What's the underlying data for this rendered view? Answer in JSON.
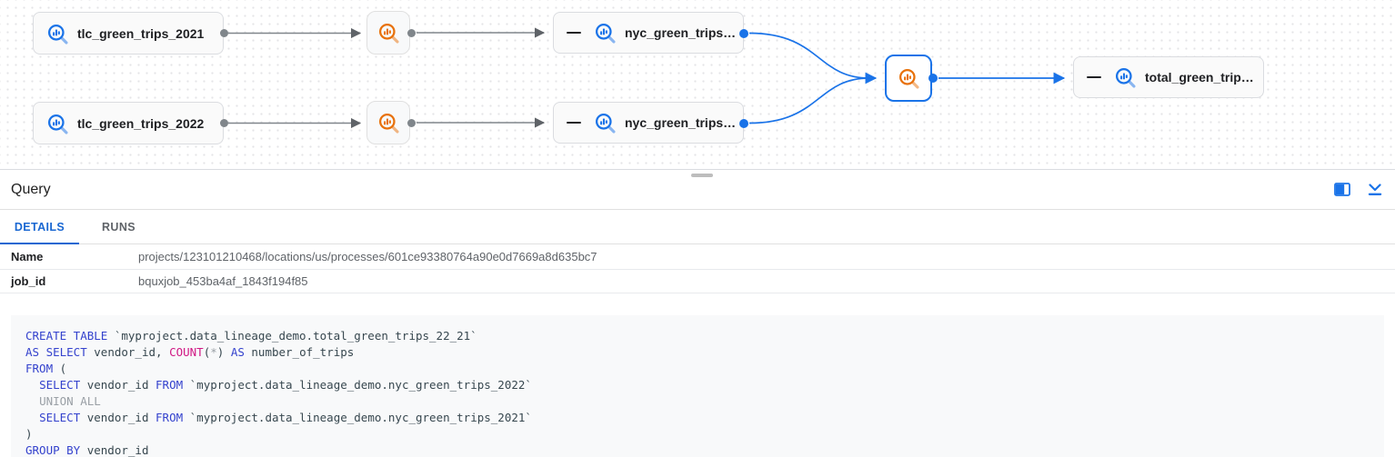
{
  "graph": {
    "nodes": [
      {
        "label": "tlc_green_trips_2021",
        "type": "table"
      },
      {
        "label": "tlc_green_trips_2022",
        "type": "table"
      },
      {
        "label": "nyc_green_trips…",
        "type": "table"
      },
      {
        "label": "nyc_green_trips…",
        "type": "table"
      },
      {
        "label": "total_green_trip…",
        "type": "table"
      }
    ],
    "edges": [
      {
        "from": "tlc_green_trips_2021",
        "to": "process-1",
        "color": "gray"
      },
      {
        "from": "process-1",
        "to": "nyc_green_trips…(top)",
        "color": "gray"
      },
      {
        "from": "tlc_green_trips_2022",
        "to": "process-2",
        "color": "gray"
      },
      {
        "from": "process-2",
        "to": "nyc_green_trips…(bottom)",
        "color": "gray"
      },
      {
        "from": "nyc_green_trips…(top)",
        "to": "selected-process",
        "color": "blue"
      },
      {
        "from": "nyc_green_trips…(bottom)",
        "to": "selected-process",
        "color": "blue"
      },
      {
        "from": "selected-process",
        "to": "total_green_trip…",
        "color": "blue"
      }
    ],
    "icons": {
      "table_icon": "bigquery-search-chart-icon (blue)",
      "process_icon": "query-process-search-chart-icon (orange)",
      "collapse_icon": "minus-collapse-icon"
    }
  },
  "panel": {
    "title": "Query",
    "icons": {
      "split": "split-panel-icon",
      "collapse": "collapse-panel-icon"
    },
    "tabs": [
      {
        "label": "DETAILS",
        "active": true
      },
      {
        "label": "RUNS",
        "active": false
      }
    ],
    "details": [
      {
        "label": "Name",
        "value": "projects/123101210468/locations/us/processes/601ce93380764a90e0d7669a8d635bc7"
      },
      {
        "label": "job_id",
        "value": "bquxjob_453ba4af_1843f194f85"
      }
    ]
  },
  "sql": {
    "lines": [
      [
        {
          "t": "kwd",
          "s": "CREATE TABLE "
        },
        {
          "t": "id",
          "s": "`myproject.data_lineage_demo.total_green_trips_22_21`"
        }
      ],
      [
        {
          "t": "kwd",
          "s": "AS SELECT "
        },
        {
          "t": "id",
          "s": "vendor_id, "
        },
        {
          "t": "fn",
          "s": "COUNT"
        },
        {
          "t": "id",
          "s": "("
        },
        {
          "t": "gray",
          "s": "*"
        },
        {
          "t": "id",
          "s": ") "
        },
        {
          "t": "kwd",
          "s": "AS "
        },
        {
          "t": "id",
          "s": "number_of_trips"
        }
      ],
      [
        {
          "t": "kwd",
          "s": "FROM "
        },
        {
          "t": "id",
          "s": "("
        }
      ],
      [
        {
          "t": "id",
          "s": "  "
        },
        {
          "t": "kwd",
          "s": "SELECT "
        },
        {
          "t": "id",
          "s": "vendor_id "
        },
        {
          "t": "kwd",
          "s": "FROM "
        },
        {
          "t": "id",
          "s": "`myproject.data_lineage_demo.nyc_green_trips_2022`"
        }
      ],
      [
        {
          "t": "id",
          "s": "  "
        },
        {
          "t": "gray",
          "s": "UNION ALL"
        }
      ],
      [
        {
          "t": "id",
          "s": "  "
        },
        {
          "t": "kwd",
          "s": "SELECT "
        },
        {
          "t": "id",
          "s": "vendor_id "
        },
        {
          "t": "kwd",
          "s": "FROM "
        },
        {
          "t": "id",
          "s": "`myproject.data_lineage_demo.nyc_green_trips_2021`"
        }
      ],
      [
        {
          "t": "id",
          "s": ")"
        }
      ],
      [
        {
          "t": "kwd",
          "s": "GROUP BY "
        },
        {
          "t": "id",
          "s": "vendor_id"
        }
      ]
    ]
  },
  "colors": {
    "accent_blue": "#1a73e8",
    "process_orange": "#e8710a",
    "edge_gray": "#5f6368",
    "sql_keyword": "#3442cd",
    "sql_function": "#d01884",
    "sql_muted": "#9aa0a6",
    "code_bg": "#f8f9fa"
  }
}
